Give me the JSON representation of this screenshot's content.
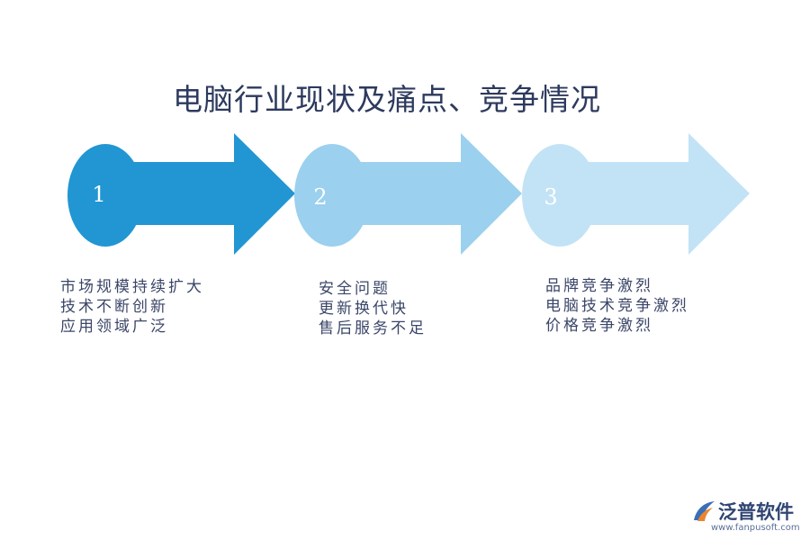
{
  "title": "电脑行业现状及痛点、竞争情况",
  "steps": [
    {
      "number": "1",
      "color": "#2196d3",
      "lines": [
        "市场规模持续扩大",
        "技术不断创新",
        "应用领域广泛"
      ]
    },
    {
      "number": "2",
      "color": "#9bd0ee",
      "lines": [
        "安全问题",
        "更新换代快",
        "售后服务不足"
      ]
    },
    {
      "number": "3",
      "color": "#c2e3f5",
      "lines": [
        "品牌竞争激烈",
        "电脑技术竞争激烈",
        "价格竞争激烈"
      ]
    }
  ],
  "logo": {
    "name": "泛普软件",
    "url": "www.fanpusoft.com"
  }
}
